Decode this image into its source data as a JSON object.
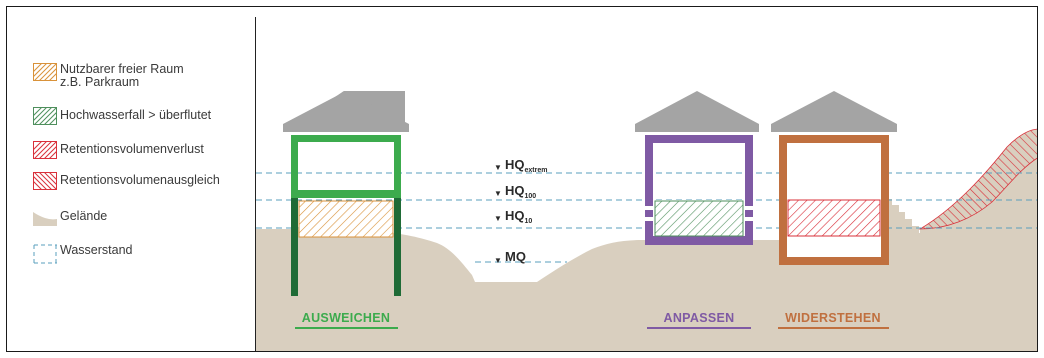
{
  "legend": {
    "items": [
      {
        "label": "Nutzbarer freier Raum\nz.B. Parkraum",
        "swatch": "hatch-orange",
        "icon": "hatch-orange-swatch"
      },
      {
        "label": "Hochwasserfall > überflutet",
        "swatch": "hatch-green",
        "icon": "hatch-green-swatch"
      },
      {
        "label": "Retentionsvolumenverlust",
        "swatch": "hatch-red",
        "icon": "hatch-red-swatch"
      },
      {
        "label": "Retentionsvolumenausgleich",
        "swatch": "hatch-red-back",
        "icon": "hatch-red-back-swatch"
      },
      {
        "label": "Gelände",
        "swatch": "terrain",
        "icon": "terrain-swatch"
      },
      {
        "label": "Wasserstand",
        "swatch": "dashed",
        "icon": "dashed-water-swatch"
      }
    ]
  },
  "water_levels": [
    {
      "base": "HQ",
      "sub": "extrem"
    },
    {
      "base": "HQ",
      "sub": "100"
    },
    {
      "base": "HQ",
      "sub": "10"
    },
    {
      "base": "MQ",
      "sub": ""
    }
  ],
  "strategies": {
    "ausweichen": "AUSWEICHEN",
    "anpassen": "ANPASSEN",
    "widerstehen": "WIDERSTEHEN"
  },
  "colors": {
    "terrain": "#d9cfbf",
    "roof": "#a4a4a4",
    "water_line": "#5a9fbd",
    "green_light": "#3cab4d",
    "green_dark": "#1f6b36",
    "purple": "#7f5aa4",
    "orange_brown": "#c0703f",
    "hatch_orange": "#d9923a",
    "hatch_green": "#4e8f5d",
    "hatch_red": "#d9303a"
  }
}
